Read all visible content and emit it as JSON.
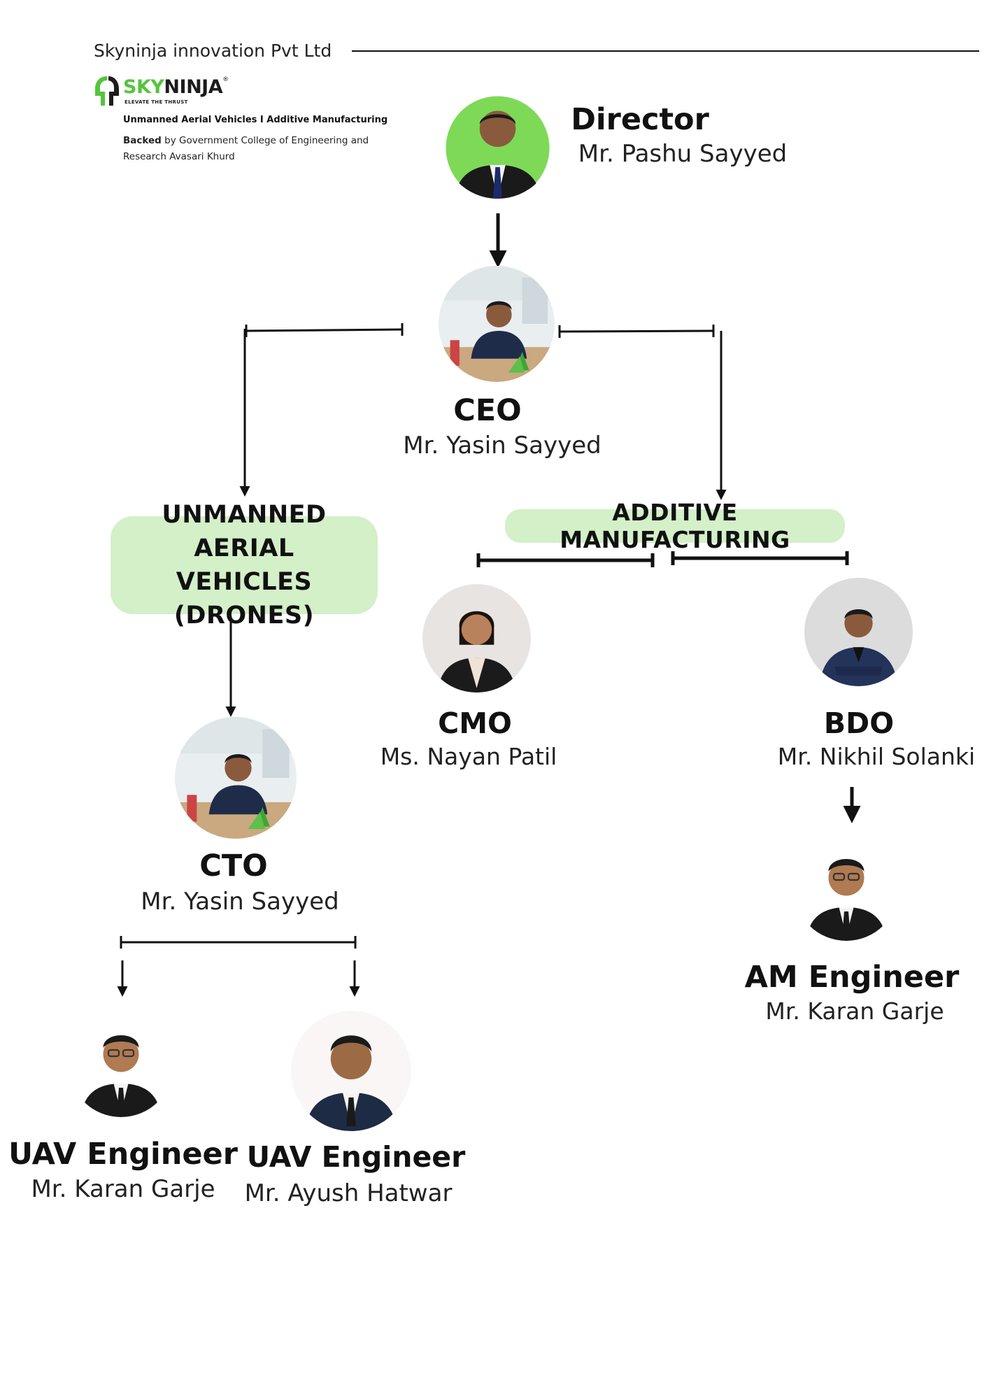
{
  "header": {
    "company": "Skyninja innovation Pvt Ltd",
    "logo": {
      "brand_part1": "SKY",
      "brand_part2": "NINJA",
      "tagline": "ELEVATE THE THRUST",
      "brand_color": "#55c43c"
    },
    "tagline": "Unmanned Aerial Vehicles  I  Additive Manufacturing",
    "backed_prefix": "Backed",
    "backed_text": " by Government College of Engineering and Research Avasari Khurd"
  },
  "colors": {
    "accent_green": "#7ed957",
    "pill_fill": "#d3f0c8",
    "line": "#111111"
  },
  "nodes": {
    "director": {
      "role": "Director",
      "name": "Mr. Pashu Sayyed",
      "photo_icon": "person-photo-icon"
    },
    "ceo": {
      "role": "CEO",
      "name": "Mr. Yasin Sayyed",
      "photo_icon": "person-photo-icon"
    },
    "cto": {
      "role": "CTO",
      "name": "Mr. Yasin Sayyed",
      "photo_icon": "person-photo-icon"
    },
    "cmo": {
      "role": "CMO",
      "name": "Ms. Nayan Patil",
      "photo_icon": "person-photo-icon"
    },
    "bdo": {
      "role": "BDO",
      "name": "Mr. Nikhil Solanki",
      "photo_icon": "person-photo-icon"
    },
    "am_engineer": {
      "role": "AM Engineer",
      "name": "Mr. Karan Garje",
      "photo_icon": "person-photo-icon"
    },
    "uav_engineer_1": {
      "role": "UAV Engineer",
      "name": "Mr. Karan Garje",
      "photo_icon": "person-photo-icon"
    },
    "uav_engineer_2": {
      "role": "UAV Engineer",
      "name": "Mr. Ayush Hatwar",
      "photo_icon": "person-photo-icon"
    }
  },
  "divisions": {
    "uav_line1": "UNMANNED AERIAL",
    "uav_line2": "VEHICLES (DRONES)",
    "am": "ADDITIVE MANUFACTURING"
  }
}
